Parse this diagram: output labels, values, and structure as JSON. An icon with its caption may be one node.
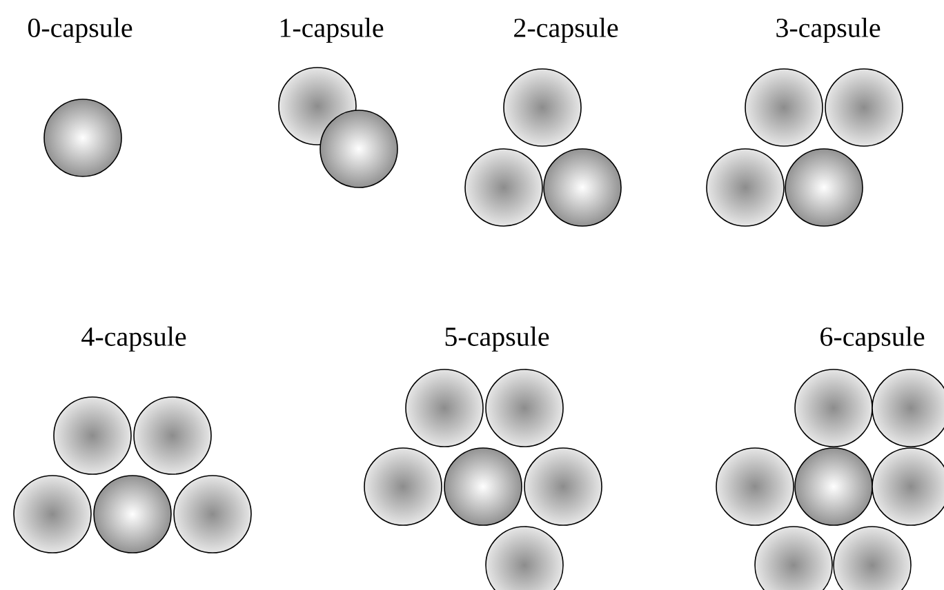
{
  "diagram": {
    "labels": [
      "0-capsule",
      "1-capsule",
      "2-capsule",
      "3-capsule",
      "4-capsule",
      "5-capsule",
      "6-capsule"
    ]
  }
}
